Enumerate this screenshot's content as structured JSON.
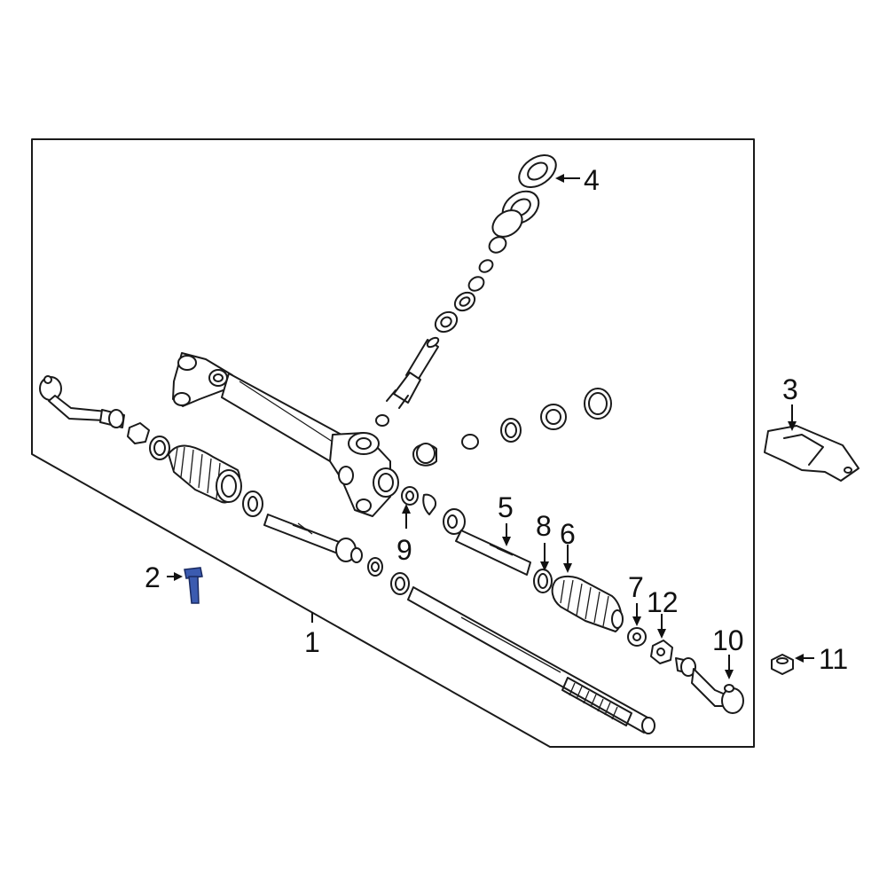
{
  "callouts": {
    "c1": "1",
    "c2": "2",
    "c3": "3",
    "c4": "4",
    "c5": "5",
    "c6": "6",
    "c7": "7",
    "c8": "8",
    "c9": "9",
    "c10": "10",
    "c11": "11",
    "c12": "12"
  },
  "colors": {
    "highlight_part": "#3b5bb0",
    "line": "#1a1a1a",
    "background": "#ffffff"
  }
}
